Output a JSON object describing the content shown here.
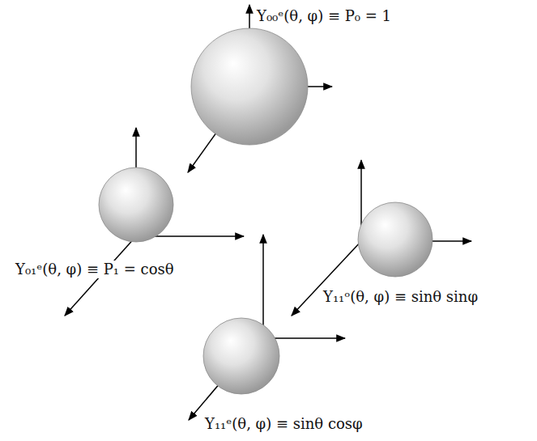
{
  "diagram": {
    "labels": [
      "Y₀₀ᵉ(θ, φ) ≡ P₀ = 1",
      "Y₀₁ᵉ(θ, φ) ≡ P₁ = cosθ",
      "Y₁₁ᵒ(θ, φ) ≡ sinθ sinφ",
      "Y₁₁ᵉ(θ, φ) ≡ sinθ cosφ"
    ]
  }
}
